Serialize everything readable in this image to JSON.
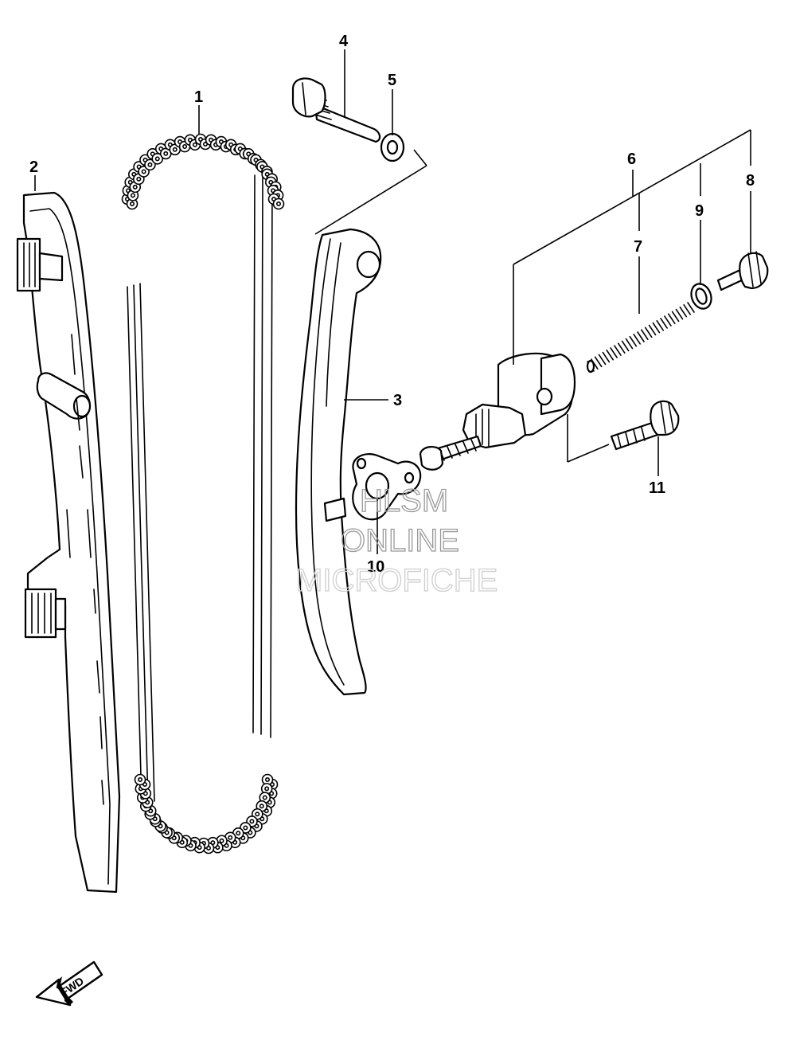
{
  "callouts": {
    "c1": "1",
    "c2": "2",
    "c3": "3",
    "c4": "4",
    "c5": "5",
    "c6": "6",
    "c7": "7",
    "c8": "8",
    "c9": "9",
    "c10": "10",
    "c11": "11"
  },
  "fwd_arrow": {
    "label": "FWD"
  },
  "watermark": {
    "line1": "HLSM",
    "line2": "ONLINE",
    "line3": "MICROFICHE"
  }
}
